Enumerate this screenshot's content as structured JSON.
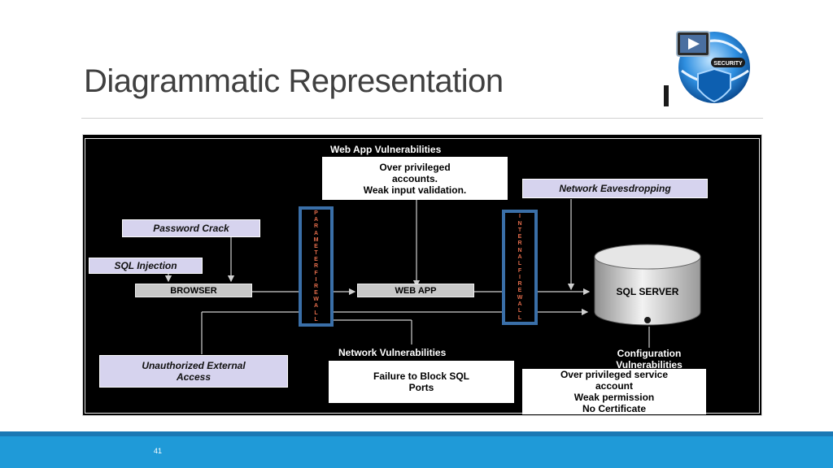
{
  "slide": {
    "title": "Diagrammatic Representation",
    "page_number": "41",
    "logo_text": "SECURITY"
  },
  "diagram": {
    "web_app_vuln_heading": "Web App Vulnerabilities",
    "web_app_vuln_lines": [
      "Over privileged",
      "accounts.",
      "Weak input validation."
    ],
    "network_eavesdropping": "Network Eavesdropping",
    "password_crack": "Password Crack",
    "sql_injection": "SQL Injection",
    "browser": "BROWSER",
    "web_app": "WEB APP",
    "sql_server": "SQL SERVER",
    "parameter_firewall": [
      "P",
      "A",
      "R",
      "A",
      "M",
      "E",
      "T",
      "E",
      "R",
      "F",
      "I",
      "R",
      "E",
      "W",
      "A",
      "L",
      "L"
    ],
    "internal_firewall": [
      "I",
      "N",
      "T",
      "E",
      "R",
      "N",
      "A",
      "L",
      "F",
      "I",
      "R",
      "E",
      "W",
      "A",
      "L",
      "L"
    ],
    "unauthorized_access_lines": [
      "Unauthorized External",
      "Access"
    ],
    "network_vuln_heading": "Network Vulnerabilities",
    "network_vuln_lines": [
      "Failure to Block SQL",
      "Ports"
    ],
    "config_vuln_heading_lines": [
      "Configuration",
      "Vulnerabilities"
    ],
    "config_vuln_lines": [
      "Over privileged service",
      "account",
      "Weak permission",
      "No Certificate"
    ]
  },
  "colors": {
    "footer": "#1f9ad8",
    "footer_stripe": "#1a78b4",
    "firewall_border": "#3a6fa8",
    "firewall_text": "#e36c4b",
    "label_fill": "#d6d3ee"
  }
}
